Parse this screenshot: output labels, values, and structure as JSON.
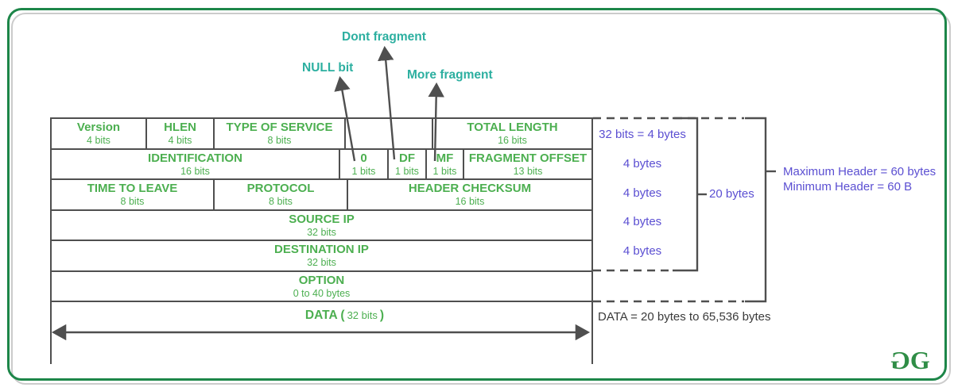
{
  "flag_annotations": {
    "null_bit": "NULL bit",
    "dont_fragment": "Dont fragment",
    "more_fragment": "More fragment"
  },
  "table": {
    "rows": [
      {
        "cells": [
          {
            "label": "Version",
            "sub": "4 bits"
          },
          {
            "label": "HLEN",
            "sub": "4 bits"
          },
          {
            "label": "TYPE OF SERVICE",
            "sub": "8 bits"
          },
          {
            "label": "",
            "sub": ""
          },
          {
            "label": "TOTAL LENGTH",
            "sub": "16 bits"
          }
        ]
      },
      {
        "cells": [
          {
            "label": "IDENTIFICATION",
            "sub": "16 bits"
          },
          {
            "label": "0",
            "sub": "1 bits"
          },
          {
            "label": "DF",
            "sub": "1 bits"
          },
          {
            "label": "MF",
            "sub": "1 bits"
          },
          {
            "label": "FRAGMENT OFFSET",
            "sub": "13 bits"
          }
        ]
      },
      {
        "cells": [
          {
            "label": "TIME TO LEAVE",
            "sub": "8 bits"
          },
          {
            "label": "PROTOCOL",
            "sub": "8 bits"
          },
          {
            "label": "HEADER CHECKSUM",
            "sub": "16 bits"
          }
        ]
      },
      {
        "cells": [
          {
            "label": "SOURCE IP",
            "sub": "32 bits"
          }
        ]
      },
      {
        "cells": [
          {
            "label": "DESTINATION IP",
            "sub": "32 bits"
          }
        ]
      },
      {
        "cells": [
          {
            "label": "OPTION",
            "sub": "0 to 40 bytes"
          }
        ]
      },
      {
        "cells": [
          {
            "label": "DATA (",
            "sub": "32 bits",
            "suffix": ")",
            "inline": true
          }
        ]
      }
    ]
  },
  "right_panel": {
    "row_notes": [
      "32 bits = 4 bytes",
      "4 bytes",
      "4 bytes",
      "4 bytes",
      "4 bytes"
    ],
    "bracket_label": "20 bytes",
    "max_header": "Maximum Header = 60 bytes",
    "min_header": "Minimum Header = 60 B",
    "data_note": "DATA = 20 bytes to 65,536 bytes"
  },
  "logo": {
    "text": "GG"
  },
  "colors": {
    "field_green": "#4caf50",
    "teal": "#2cafa0",
    "purple": "#5b4fd2",
    "line_gray": "#4f4f4f",
    "note_dark": "#3a3a3a",
    "card_green": "#1d8649",
    "logo_green": "#2f8d46"
  }
}
